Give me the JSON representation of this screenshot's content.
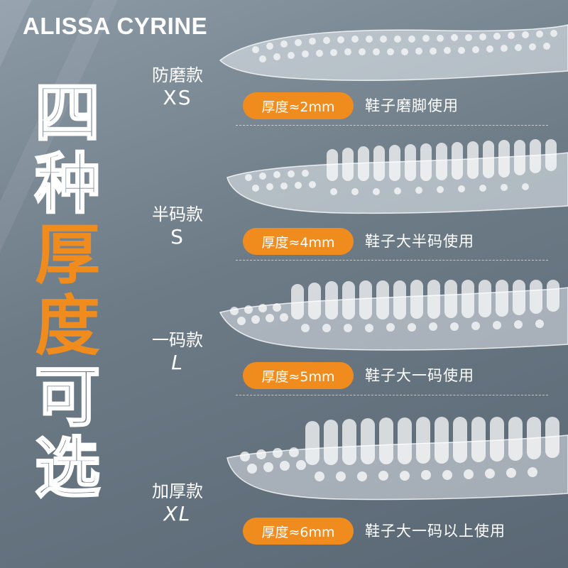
{
  "brand": "ALISSA CYRINE",
  "headline": [
    "四",
    "种",
    "厚",
    "度",
    "可",
    "选"
  ],
  "colors": {
    "accent": "#f08c1e",
    "text": "#ffffff",
    "background": "#6d7b87"
  },
  "variants": [
    {
      "name": "防磨款",
      "size": "XS",
      "thickness": "厚度≈2mm",
      "usage": "鞋子磨脚使用"
    },
    {
      "name": "半码款",
      "size": "S",
      "thickness": "厚度≈4mm",
      "usage": "鞋子大半码使用"
    },
    {
      "name": "一码款",
      "size": "L",
      "thickness": "厚度≈5mm",
      "usage": "鞋子大一码使用"
    },
    {
      "name": "加厚款",
      "size": "XL",
      "thickness": "厚度≈6mm",
      "usage": "鞋子大一码以上使用"
    }
  ]
}
